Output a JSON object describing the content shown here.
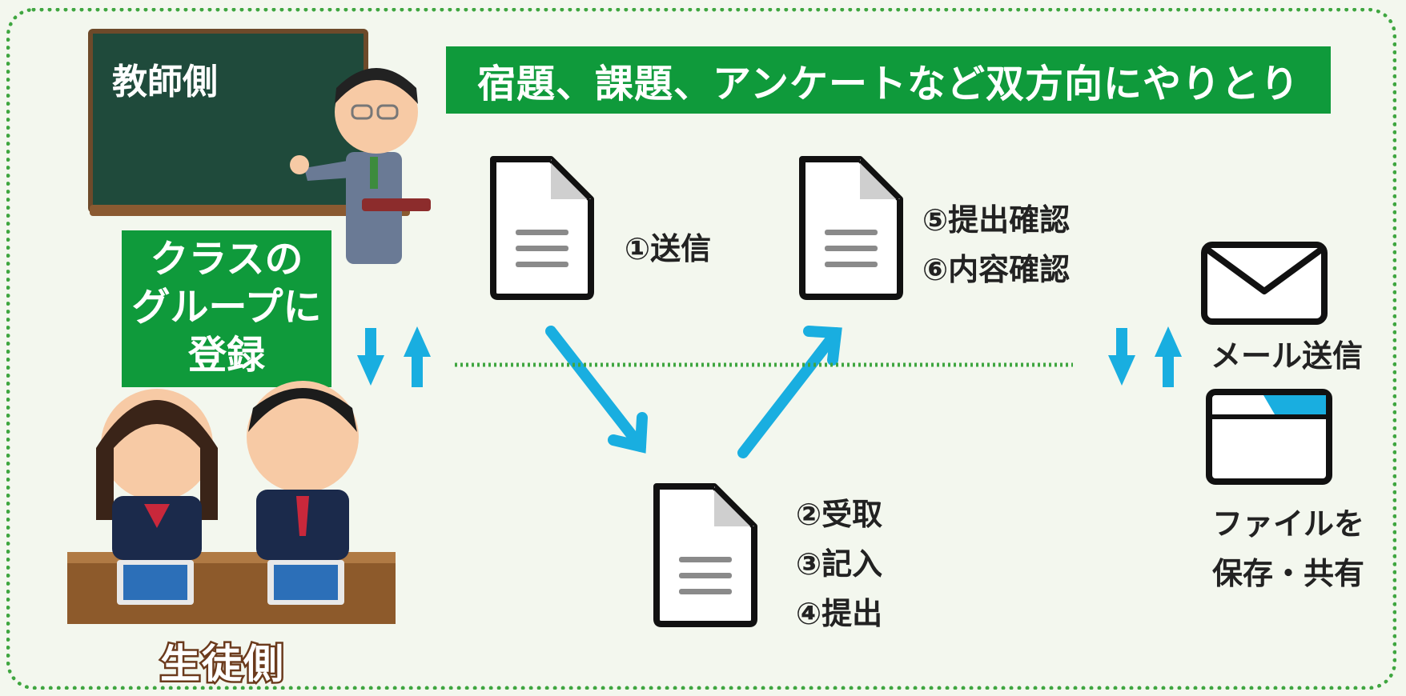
{
  "labels": {
    "teacher_side": "教師側",
    "student_side": "生徒側",
    "banner": "宿題、課題、アンケートなど双方向にやりとり",
    "group_register": [
      "クラスの",
      "グループに",
      "登録"
    ],
    "step_send": "①送信",
    "steps_student": [
      "②受取",
      "③記入",
      "④提出"
    ],
    "steps_confirm": [
      "⑤提出確認",
      "⑥内容確認"
    ],
    "mail_send": "メール送信",
    "file_share": [
      "ファイルを",
      "保存・共有"
    ]
  },
  "colors": {
    "green": "#0f9a3b",
    "arrow_blue": "#19aee0",
    "frame_dots": "#3fa640",
    "background": "#f3f7ee"
  },
  "icons": [
    "document-icon",
    "envelope-icon",
    "browser-window-icon",
    "teacher-illustration",
    "students-illustration"
  ]
}
